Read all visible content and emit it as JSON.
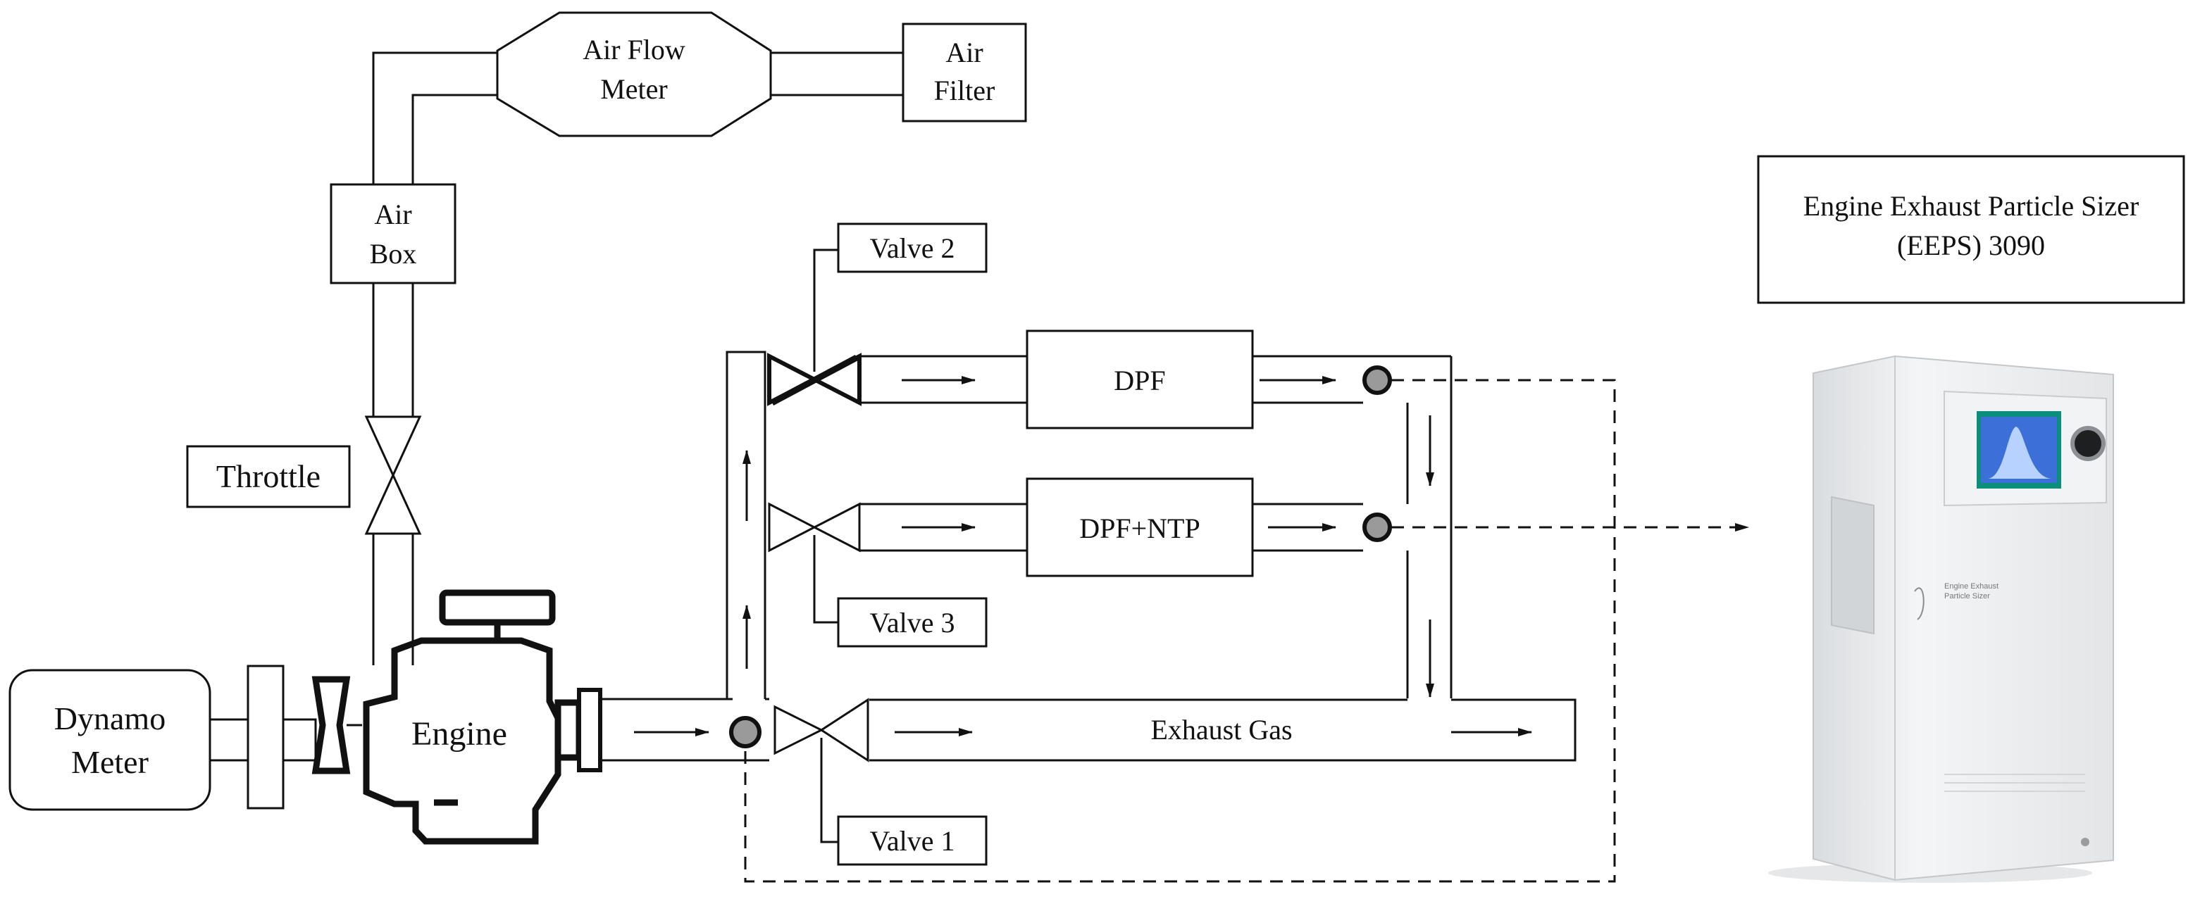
{
  "labels": {
    "air_flow_meter": [
      "Air Flow",
      "Meter"
    ],
    "air_filter": [
      "Air",
      "Filter"
    ],
    "air_box": [
      "Air",
      "Box"
    ],
    "throttle": "Throttle",
    "dynamo_meter": [
      "Dynamo",
      "Meter"
    ],
    "engine": "Engine",
    "valve1": "Valve 1",
    "valve2": "Valve 2",
    "valve3": "Valve 3",
    "dpf": "DPF",
    "dpf_ntp": "DPF+NTP",
    "exhaust_gas": "Exhaust Gas",
    "eeps": [
      "Engine Exhaust Particle Sizer",
      "(EEPS) 3090"
    ],
    "device_screen_text": [
      "Engine Exhaust",
      "Particle Sizer"
    ]
  },
  "colors": {
    "stroke": "#111111",
    "sample_point": "#9a9a9a",
    "device_body": "#eceef0",
    "device_screen": "#3d6fd8",
    "screen_frame": "#0b8f7a"
  },
  "icons": {
    "engine": "engine-icon",
    "valve": "bowtie-valve-icon",
    "sample_point": "sample-port-icon",
    "device": "particle-sizer-instrument"
  }
}
